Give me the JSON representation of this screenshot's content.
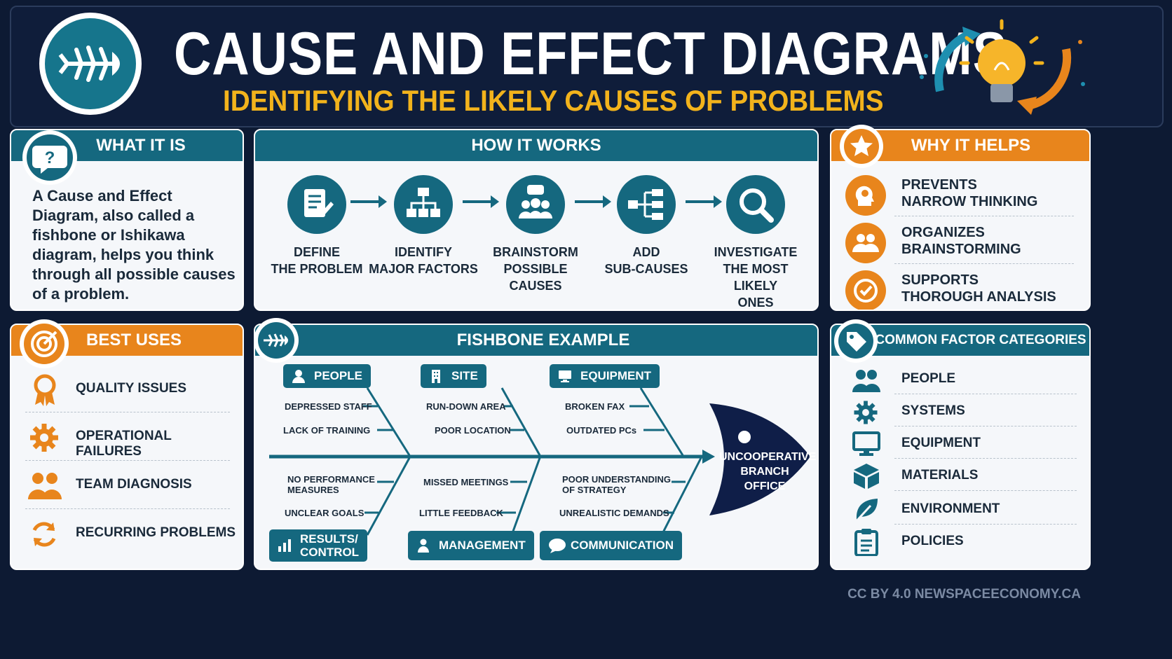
{
  "header": {
    "title": "CAUSE AND EFFECT DIAGRAMS",
    "subtitle": "IDENTIFYING THE LIKELY CAUSES OF PROBLEMS",
    "logo_icon": "fishbone-icon",
    "decor_icon": "lightbulb-icon"
  },
  "what_it_is": {
    "heading": "WHAT IT IS",
    "body": "A Cause and Effect Diagram, also called a fishbone or Ishikawa diagram, helps you think through all possible causes of a problem.",
    "icon": "question-icon"
  },
  "how_it_works": {
    "heading": "HOW IT WORKS",
    "steps": [
      {
        "label1": "DEFINE",
        "label2": "THE PROBLEM",
        "label3": "",
        "icon": "document-edit-icon"
      },
      {
        "label1": "IDENTIFY",
        "label2": "MAJOR FACTORS",
        "label3": "",
        "icon": "hierarchy-icon"
      },
      {
        "label1": "BRAINSTORM",
        "label2": "POSSIBLE CAUSES",
        "label3": "",
        "icon": "group-chat-icon"
      },
      {
        "label1": "ADD",
        "label2": "SUB-CAUSES",
        "label3": "",
        "icon": "branch-icon"
      },
      {
        "label1": "INVESTIGATE",
        "label2": "THE MOST LIKELY",
        "label3": "ONES",
        "icon": "magnifier-icon"
      }
    ]
  },
  "why_it_helps": {
    "heading": "WHY IT HELPS",
    "icon": "star-icon",
    "items": [
      {
        "line1": "PREVENTS",
        "line2": "NARROW THINKING",
        "icon": "brain-head-icon"
      },
      {
        "line1": "ORGANIZES",
        "line2": "BRAINSTORMING",
        "icon": "people-icon"
      },
      {
        "line1": "SUPPORTS",
        "line2": "THOROUGH ANALYSIS",
        "icon": "check-circle-icon"
      }
    ]
  },
  "best_uses": {
    "heading": "BEST USES",
    "icon": "target-icon",
    "items": [
      {
        "label": "QUALITY ISSUES",
        "icon": "award-icon"
      },
      {
        "label": "OPERATIONAL FAILURES",
        "icon": "gear-icon"
      },
      {
        "label": "TEAM DIAGNOSIS",
        "icon": "team-icon"
      },
      {
        "label": "RECURRING PROBLEMS",
        "icon": "refresh-icon"
      }
    ]
  },
  "fishbone": {
    "heading": "FISHBONE EXAMPLE",
    "icon": "fishbone-icon",
    "effect": [
      "UNCOOPERATIVE",
      "BRANCH",
      "OFFICE"
    ],
    "top": [
      {
        "category": "PEOPLE",
        "causes": [
          "DEPRESSED STAFF",
          "LACK OF TRAINING"
        ],
        "icon": "person-icon"
      },
      {
        "category": "SITE",
        "causes": [
          "RUN-DOWN AREA",
          "POOR LOCATION"
        ],
        "icon": "building-icon"
      },
      {
        "category": "EQUIPMENT",
        "causes": [
          "BROKEN FAX",
          "OUTDATED PCs"
        ],
        "icon": "monitor-icon"
      }
    ],
    "bottom": [
      {
        "category1": "RESULTS/",
        "category2": "CONTROL",
        "causes": [
          [
            "NO PERFORMANCE",
            "MEASURES"
          ],
          [
            "UNCLEAR GOALS"
          ]
        ],
        "icon": "bar-chart-icon"
      },
      {
        "category1": "MANAGEMENT",
        "category2": "",
        "causes": [
          [
            "MISSED MEETINGS"
          ],
          [
            "LITTLE FEEDBACK"
          ]
        ],
        "icon": "manager-icon"
      },
      {
        "category1": "COMMUNICATION",
        "category2": "",
        "causes": [
          [
            "POOR UNDERSTANDING",
            "OF STRATEGY"
          ],
          [
            "UNREALISTIC DEMANDS"
          ]
        ],
        "icon": "speech-bubble-icon"
      }
    ]
  },
  "categories": {
    "heading": "COMMON FACTOR CATEGORIES",
    "icon": "tag-icon",
    "items": [
      {
        "label": "PEOPLE",
        "icon": "people-icon"
      },
      {
        "label": "SYSTEMS",
        "icon": "gear-icon"
      },
      {
        "label": "EQUIPMENT",
        "icon": "monitor-icon"
      },
      {
        "label": "MATERIALS",
        "icon": "box-icon"
      },
      {
        "label": "ENVIRONMENT",
        "icon": "leaf-icon"
      },
      {
        "label": "POLICIES",
        "icon": "clipboard-icon"
      }
    ]
  },
  "credit": "CC BY 4.0 NEWSPACEECONOMY.CA",
  "colors": {
    "teal": "#15687f",
    "orange": "#e8851c",
    "navy": "#0d1a33",
    "gold": "#f2b31c"
  }
}
